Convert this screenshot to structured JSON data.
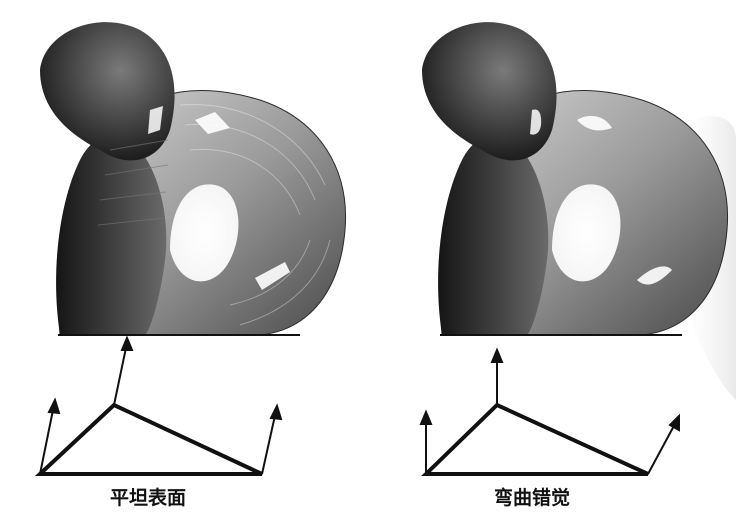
{
  "panels": [
    {
      "caption": "平坦表面",
      "shading": "flat"
    },
    {
      "caption": "弯曲错觉",
      "shading": "smooth"
    }
  ],
  "colors": {
    "background": "#ffffff",
    "shape_dark": "#1c1c1c",
    "shape_mid": "#8a8a8a",
    "shape_light": "#e6e6e6",
    "stroke": "#111111"
  }
}
